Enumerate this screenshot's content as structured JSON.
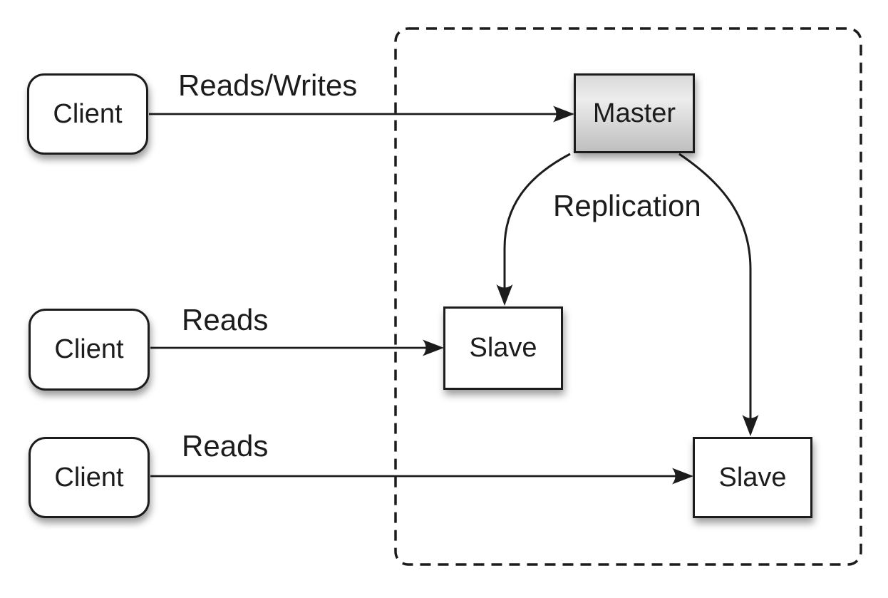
{
  "diagram": {
    "nodes": {
      "clients": [
        {
          "label": "Client"
        },
        {
          "label": "Client"
        },
        {
          "label": "Client"
        }
      ],
      "master": {
        "label": "Master"
      },
      "slaves": [
        {
          "label": "Slave"
        },
        {
          "label": "Slave"
        }
      ]
    },
    "edge_labels": {
      "reads_writes": "Reads/Writes",
      "reads_top": "Reads",
      "reads_bottom": "Reads",
      "replication": "Replication"
    },
    "colors": {
      "ink": "#1c1c1c",
      "node_fill": "#ffffff",
      "background": "#ffffff",
      "master_gradient_top": "#d9d9d9",
      "master_gradient_bottom": "#bfbfbf"
    }
  }
}
